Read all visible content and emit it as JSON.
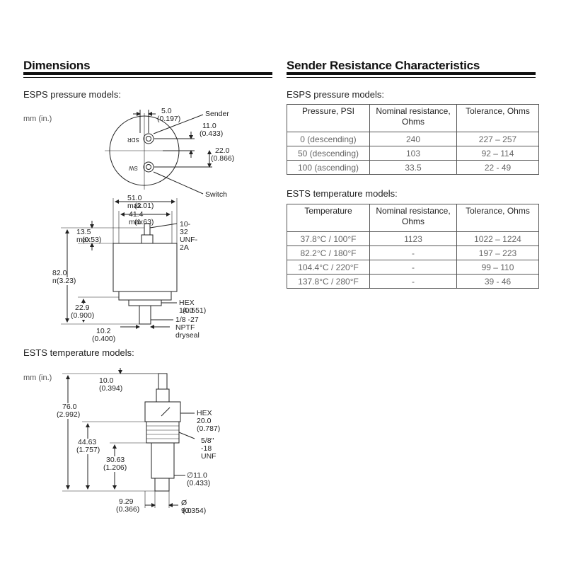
{
  "left": {
    "title": "Dimensions",
    "esps": {
      "subtitle": "ESPS pressure models:",
      "unit": "mm (in.)",
      "labels": {
        "d5": "5.0",
        "d5in": "(0.197)",
        "sender": "Sender",
        "d11": "11.0",
        "d11in": "(0.433)",
        "sdr": "SDR",
        "d22": "22.0",
        "d22in": "(0.866)",
        "sw": "SW",
        "switch": "Switch",
        "d51": "51.0 max",
        "d51in": "(2.01)",
        "d41": "41.4 max",
        "d41in": "(1.63)",
        "thread": "10-32 UNF-2A",
        "d13": "13.5 max",
        "d13in": "(0.53)",
        "d82": "82.0 max",
        "d82in": "(3.23)",
        "hex": "HEX 14.0",
        "hexin": "(0.551)",
        "d22b": "22.9",
        "d22bin": "(0.900)",
        "npt": "1/8 -27 NPTF dryseal",
        "d10": "10.2",
        "d10in": "(0.400)"
      }
    },
    "ests": {
      "subtitle": "ESTS temperature models:",
      "unit": "mm (in.)",
      "labels": {
        "d10": "10.0 (0.394)",
        "d76": "76.0",
        "d76in": "(2.992)",
        "hex": "HEX 20.0 (0.787)",
        "d44": "44.63",
        "d44in": "(1.757)",
        "unf": "5/8\" -18 UNF",
        "d30": "30.63",
        "d30in": "(1.206)",
        "d11": "∅11.0 (0.433)",
        "d9": "Ø  9.0",
        "d9in": "(0.354)",
        "d929": "9.29",
        "d929in": "(0.366)"
      }
    }
  },
  "right": {
    "title": "Sender Resistance Characteristics",
    "esps": {
      "subtitle": "ESPS pressure models:",
      "headers": [
        "Pressure, PSI",
        "Nominal resistance, Ohms",
        "Tolerance, Ohms"
      ],
      "rows": [
        [
          "0 (descending)",
          "240",
          "227 – 257"
        ],
        [
          "50 (descending)",
          "103",
          "92 – 114"
        ],
        [
          "100 (ascending)",
          "33.5",
          "22 - 49"
        ]
      ]
    },
    "ests": {
      "subtitle": "ESTS temperature models:",
      "headers": [
        "Temperature",
        "Nominal resistance, Ohms",
        "Tolerance, Ohms"
      ],
      "rows": [
        [
          "37.8°C / 100°F",
          "1123",
          "1022 – 1224"
        ],
        [
          "82.2°C / 180°F",
          "-",
          "197 – 223"
        ],
        [
          "104.4°C / 220°F",
          "-",
          "99 – 110"
        ],
        [
          "137.8°C / 280°F",
          "-",
          "39 - 46"
        ]
      ]
    }
  }
}
